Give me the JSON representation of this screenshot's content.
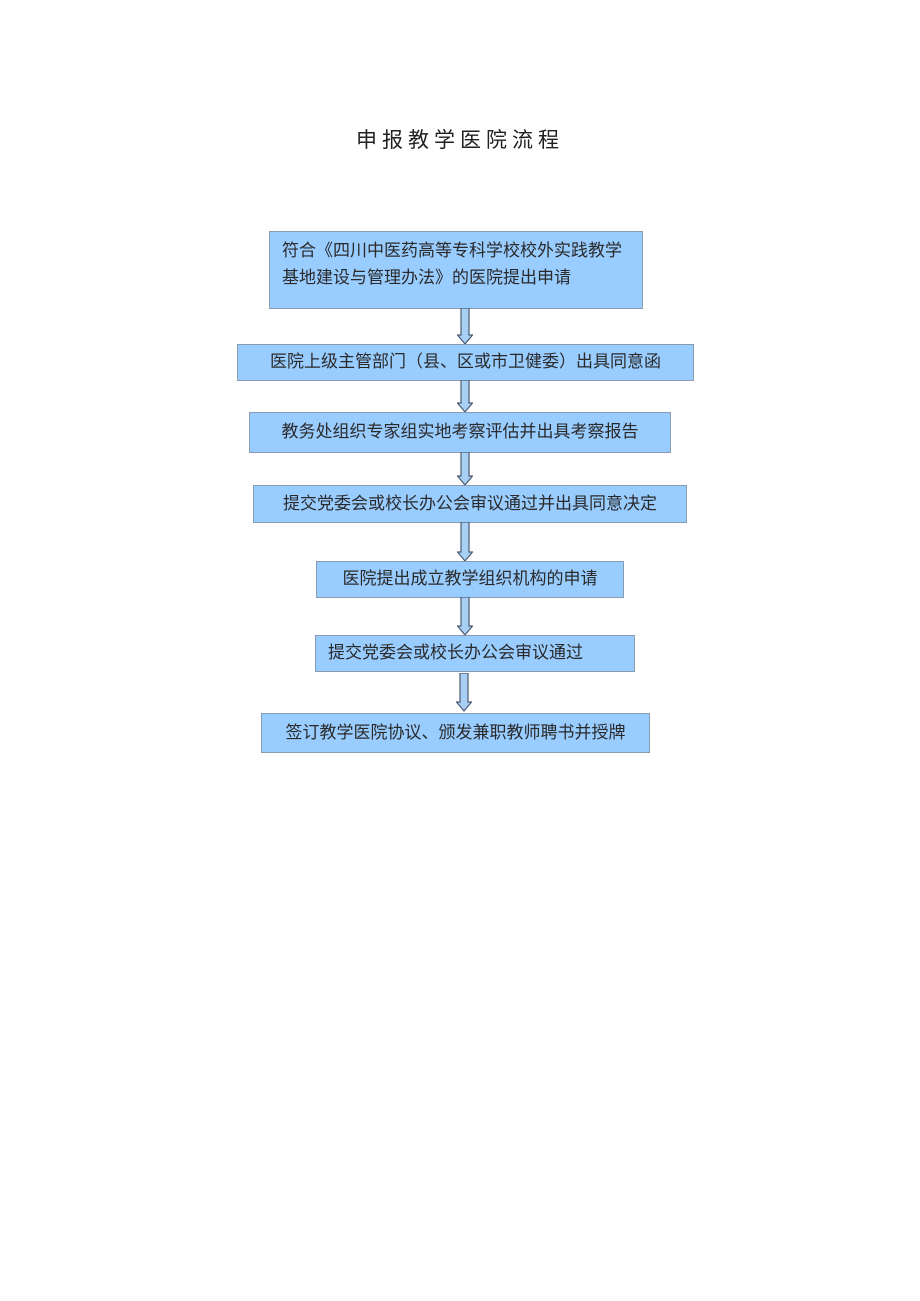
{
  "title": "申报教学医院流程",
  "flowchart": {
    "steps": [
      {
        "label": "符合《四川中医药高等专科学校校外实践教学基地建设与管理办法》的医院提出申请"
      },
      {
        "label": "医院上级主管部门（县、区或市卫健委）出具同意函"
      },
      {
        "label": "教务处组织专家组实地考察评估并出具考察报告"
      },
      {
        "label": "提交党委会或校长办公会审议通过并出具同意决定"
      },
      {
        "label": "医院提出成立教学组织机构的申请"
      },
      {
        "label": "提交党委会或校长办公会审议通过"
      },
      {
        "label": "签订教学医院协议、颁发兼职教师聘书并授牌"
      }
    ],
    "colors": {
      "box_fill": "#99ccff",
      "box_border": "#8a9bb0",
      "arrow_fill": "#a8d0f5",
      "arrow_stroke": "#4a5a70"
    }
  }
}
